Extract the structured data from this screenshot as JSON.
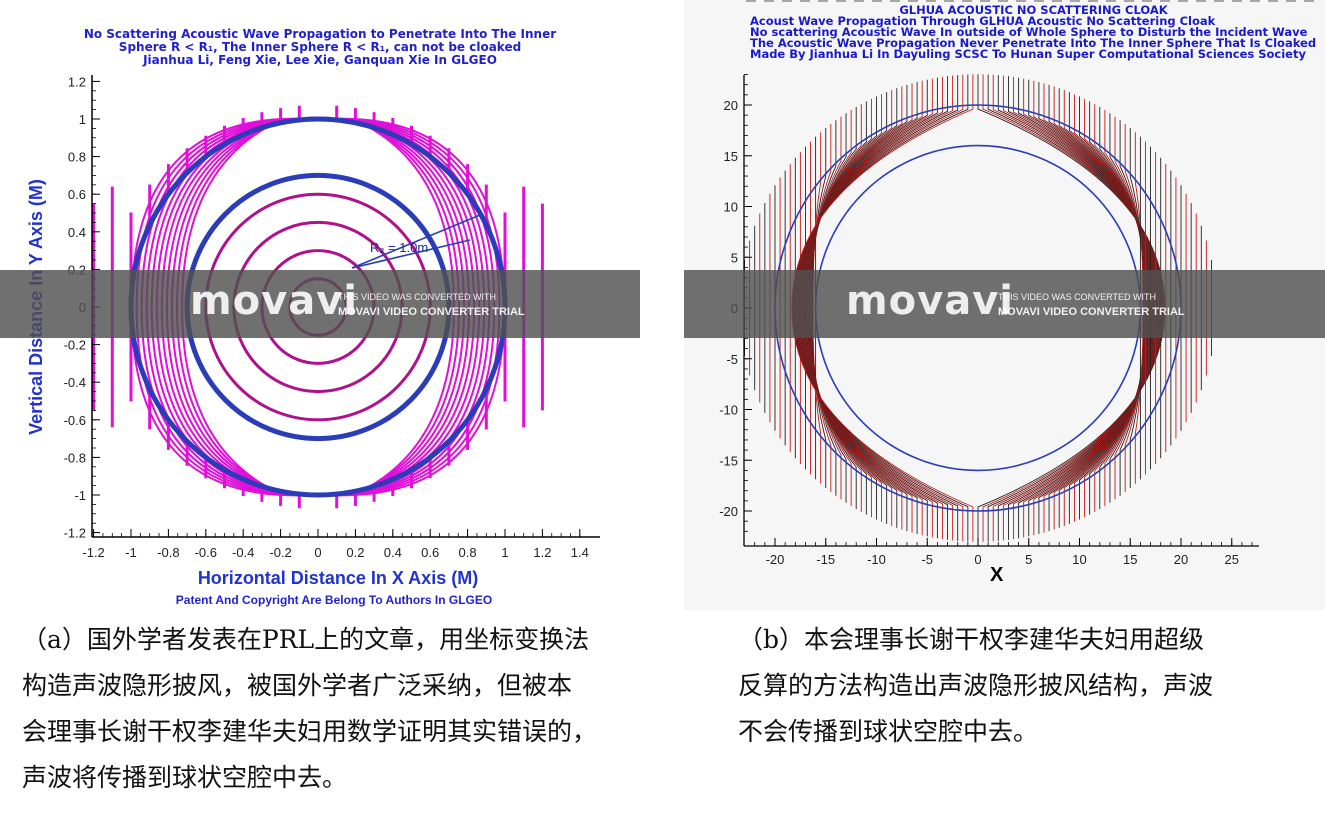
{
  "figure_a": {
    "title_lines": [
      "No Scattering Acoustic  Wave Propagation to Penetrate  Into The Inner",
      "Sphere  R  <  R₁, The Inner Sphere R < R₁, can not be cloaked",
      "Jianhua  Li, Feng Xie, Lee Xie, Ganquan Xie In GLGEO"
    ],
    "radius_label": "R₂ = 1.0m",
    "footer": "Patent And Copyright Are Belong To Authors In GLGEO",
    "colors": {
      "wave": "#e010d8",
      "circle": "#2a3cb8",
      "text": "#2222cc"
    }
  },
  "figure_b": {
    "title_lines": [
      "GLHUA ACOUSTIC NO SCATTERING CLOAK",
      "Acoust Wave Propagation Through GLHUA Acoustic No Scattering Cloak",
      "No  scattering Acoustic Wave In outside of Whole Sphere to Disturb the Incident Wave",
      "The Acoustic Wave Propagation Never Penetrate Into The Inner Sphere That Is Cloaked",
      "Made By Jianhua Li In Dayuling SCSC To Hunan Super Computational Sciences Society"
    ],
    "colors": {
      "wave_black": "#222222",
      "wave_red": "#c81818",
      "circle": "#2a3cb8"
    }
  },
  "chart_data": [
    {
      "type": "line",
      "title": "No Scattering Acoustic Wave Propagation to Penetrate Into The Inner Sphere R < R1, The Inner Sphere R < R1, can not be cloaked",
      "xlabel": "Horizontal Distance In X Axis (M)",
      "ylabel": "Vertical Distance In Y Axis (M)",
      "xlim": [
        -1.3,
        1.45
      ],
      "ylim": [
        -1.25,
        1.25
      ],
      "xticks": [
        "-1.2",
        "-1",
        "-0.8",
        "-0.6",
        "-0.4",
        "-0.2",
        "0",
        "0.2",
        "0.4",
        "0.6",
        "0.8",
        "1",
        "1.2",
        "1.4"
      ],
      "yticks": [
        "1.2",
        "1",
        "0.8",
        "0.6",
        "0.4",
        "0.2",
        "0",
        "-0.2",
        "-0.4",
        "-0.6",
        "-0.8",
        "-1",
        "-1.2"
      ],
      "circles": [
        {
          "r": 1.0
        },
        {
          "r": 0.7
        }
      ],
      "inner_rings": [
        0.15,
        0.3,
        0.45,
        0.6
      ],
      "annotation": "R₂ = 1.0m",
      "grid": false
    },
    {
      "type": "line",
      "title": "GLHUA ACOUSTIC NO SCATTERING CLOAK",
      "xlabel": "X",
      "ylabel": "",
      "xlim": [
        -23,
        28
      ],
      "ylim": [
        -23,
        24
      ],
      "xticks": [
        "-20",
        "-15",
        "-10",
        "-5",
        "0",
        "5",
        "10",
        "15",
        "20",
        "25"
      ],
      "yticks": [
        "20",
        "15",
        "10",
        "5",
        "0",
        "-5",
        "-10",
        "-15",
        "-20"
      ],
      "circles": [
        {
          "r": 20
        },
        {
          "r": 16
        }
      ],
      "grid": false
    }
  ],
  "watermark": {
    "logo": "movavi",
    "line1": "THIS VIDEO WAS CONVERTED WITH",
    "line2": "MOVAVI VIDEO CONVERTER TRIAL"
  },
  "captions": {
    "a": [
      "（a）国外学者发表在PRL上的文章，用坐标变换法",
      "构造声波隐形披风，被国外学者广泛采纳，但被本",
      "会理事长谢干权李建华夫妇用数学证明其实错误的，",
      "声波将传播到球状空腔中去。"
    ],
    "b": [
      "（b）本会理事长谢干权李建华夫妇用超级",
      "反算的方法构造出声波隐形披风结构，声波",
      "不会传播到球状空腔中去。"
    ]
  }
}
